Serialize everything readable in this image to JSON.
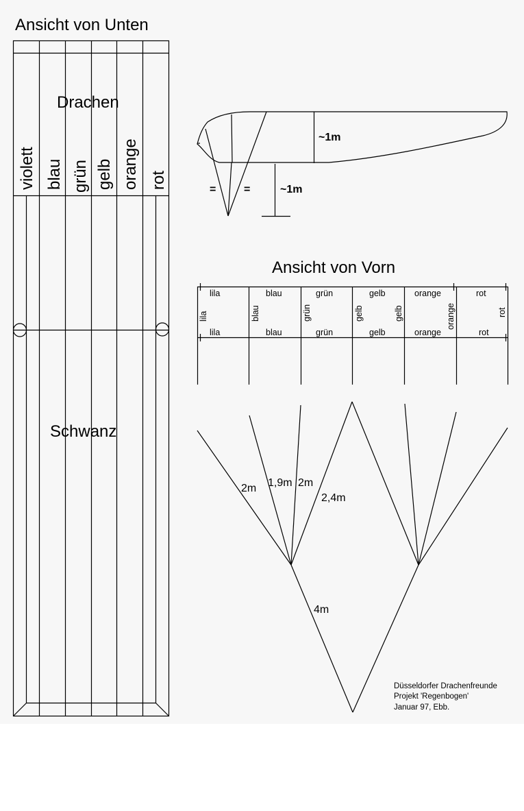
{
  "bottom_view": {
    "title": "Ansicht von Unten",
    "kite_label": "Drachen",
    "tail_label": "Schwanz",
    "strips": [
      "violett",
      "blau",
      "grün",
      "gelb",
      "orange",
      "rot"
    ]
  },
  "side_view": {
    "height_label": "~1m",
    "line_length_label": "~1m",
    "equal_mark_left": "=",
    "equal_mark_right": "="
  },
  "front_view": {
    "title": "Ansicht von Vorn",
    "top_labels": [
      "lila",
      "blau",
      "grün",
      "gelb",
      "orange",
      "rot"
    ],
    "bottom_labels": [
      "lila",
      "blau",
      "grün",
      "gelb",
      "orange",
      "rot"
    ],
    "side_labels": [
      "lila",
      "blau",
      "grün",
      "gelb",
      "gelb",
      "orange",
      "rot"
    ]
  },
  "bridle": {
    "lengths": [
      "2m",
      "1,9m",
      "2m",
      "2,4m",
      "4m"
    ]
  },
  "credits": {
    "line1": "Düsseldorfer Drachenfreunde",
    "line2": "Projekt 'Regenbogen'",
    "line3": "Januar 97, Ebb."
  }
}
